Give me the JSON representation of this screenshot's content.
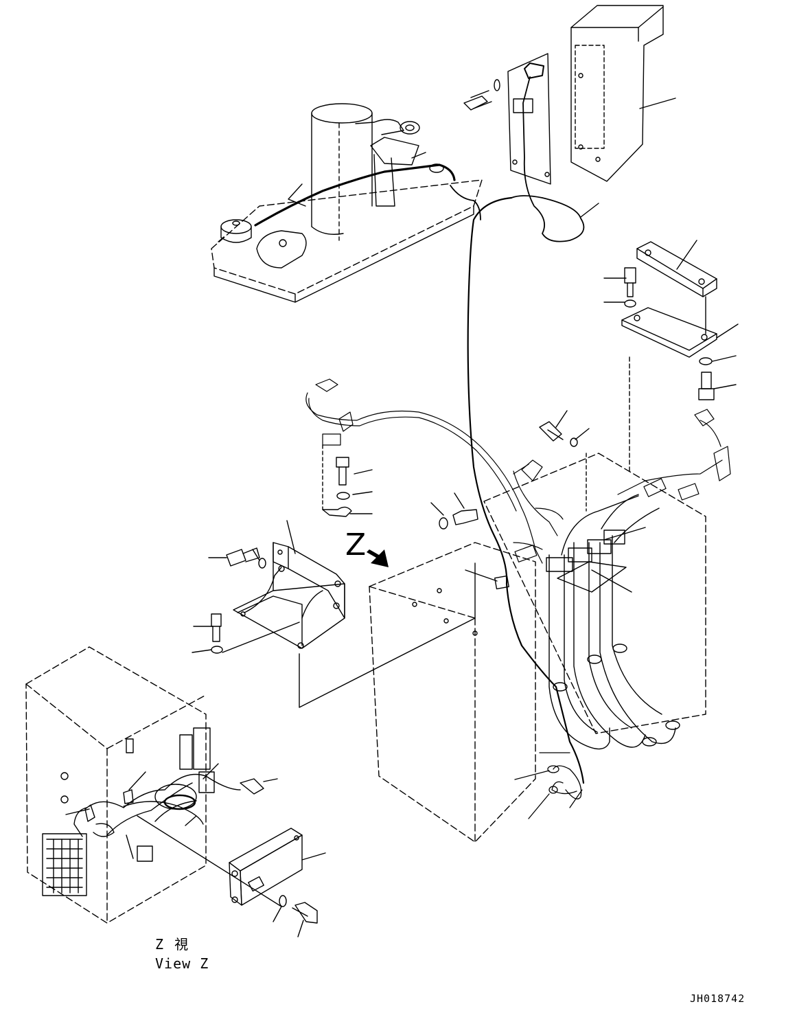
{
  "labels": {
    "view_marker": "Z",
    "view_title_jp": "Z 視",
    "view_title_en": "View Z",
    "drawing_code": "JH018742"
  },
  "colors": {
    "line": "#000000",
    "background": "#ffffff"
  }
}
